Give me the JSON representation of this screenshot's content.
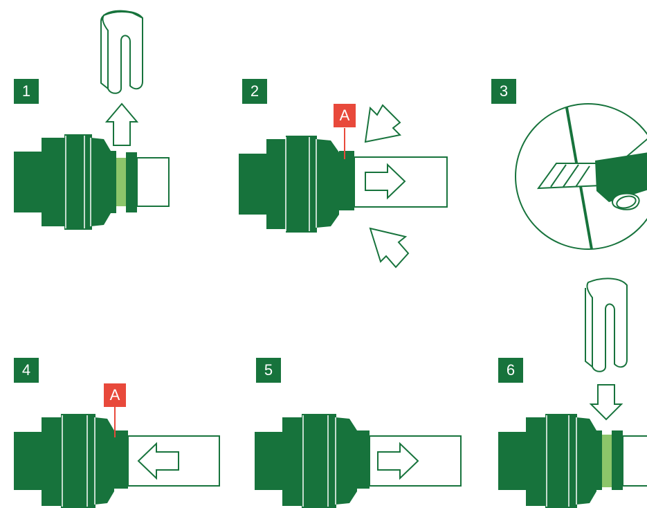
{
  "steps": [
    {
      "number": "1"
    },
    {
      "number": "2",
      "label": "A"
    },
    {
      "number": "3"
    },
    {
      "number": "4",
      "label": "A"
    },
    {
      "number": "5"
    },
    {
      "number": "6"
    }
  ],
  "colors": {
    "green": "#17733c",
    "light_green": "#8cc56a",
    "red": "#e8493b",
    "outline": "#17733c",
    "background": "#ffffff"
  }
}
